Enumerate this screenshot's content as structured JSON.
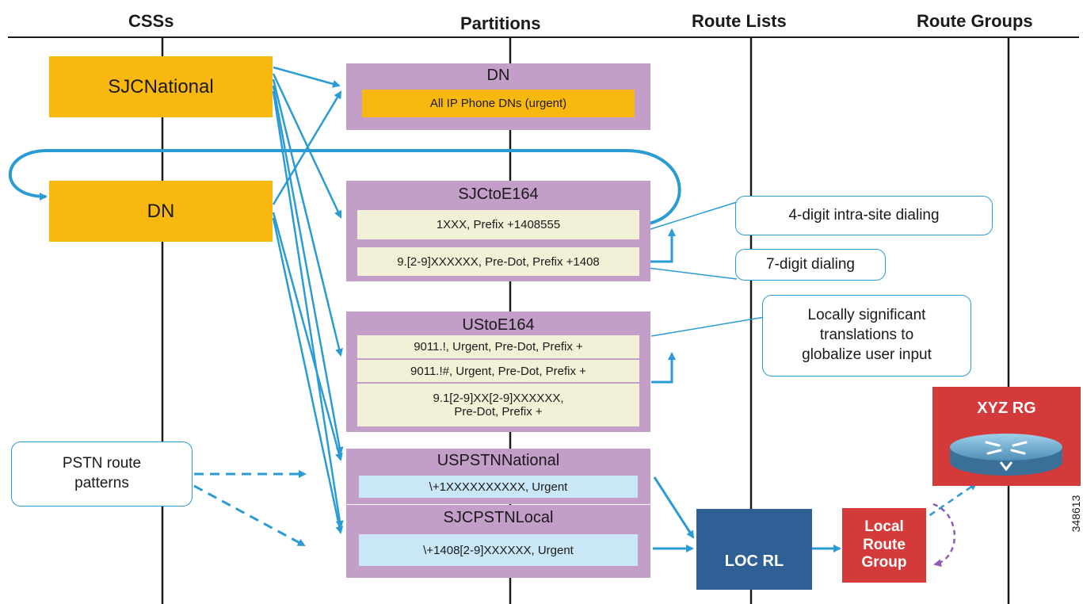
{
  "headers": {
    "csss": "CSSs",
    "partitions": "Partitions",
    "route_lists": "Route Lists",
    "route_groups": "Route Groups"
  },
  "css_boxes": {
    "sjc_national": "SJCNational",
    "dn": "DN"
  },
  "partitions": {
    "dn": {
      "title": "DN",
      "rows": [
        "All IP Phone DNs (urgent)"
      ]
    },
    "sjc_to_e164": {
      "title": "SJCtoE164",
      "rows": [
        "1XXX, Prefix +1408555",
        "9.[2-9]XXXXXX, Pre-Dot, Prefix +1408"
      ]
    },
    "us_to_e164": {
      "title": "UStoE164",
      "rows": [
        "9011.!, Urgent, Pre-Dot, Prefix +",
        "9011.!#, Urgent, Pre-Dot, Prefix +",
        "9.1[2-9]XX[2-9]XXXXXX,",
        "Pre-Dot, Prefix +"
      ]
    },
    "us_pstn_national": {
      "title": "USPSTNNational",
      "rows": [
        "\\+1XXXXXXXXXX, Urgent"
      ]
    },
    "sjc_pstn_local": {
      "title": "SJCPSTNLocal",
      "rows": [
        "\\+1408[2-9]XXXXXX, Urgent"
      ]
    }
  },
  "callouts": {
    "intra_site": "4-digit intra-site dialing",
    "seven_digit": "7-digit dialing",
    "locally_significant": [
      "Locally significant",
      "translations to",
      "globalize user input"
    ],
    "pstn_patterns": [
      "PSTN route",
      "patterns"
    ]
  },
  "route_list": "LOC RL",
  "local_route_group": [
    "Local",
    "Route",
    "Group"
  ],
  "xyz_rg": "XYZ RG",
  "figure_id": "348613",
  "colors": {
    "orange": "#f9b80f",
    "purple": "#c39ec8",
    "arrow_blue": "#2b9bd4",
    "dark_blue": "#2f6095",
    "red": "#d43a3a",
    "dashed_purple": "#8e5bb5"
  }
}
